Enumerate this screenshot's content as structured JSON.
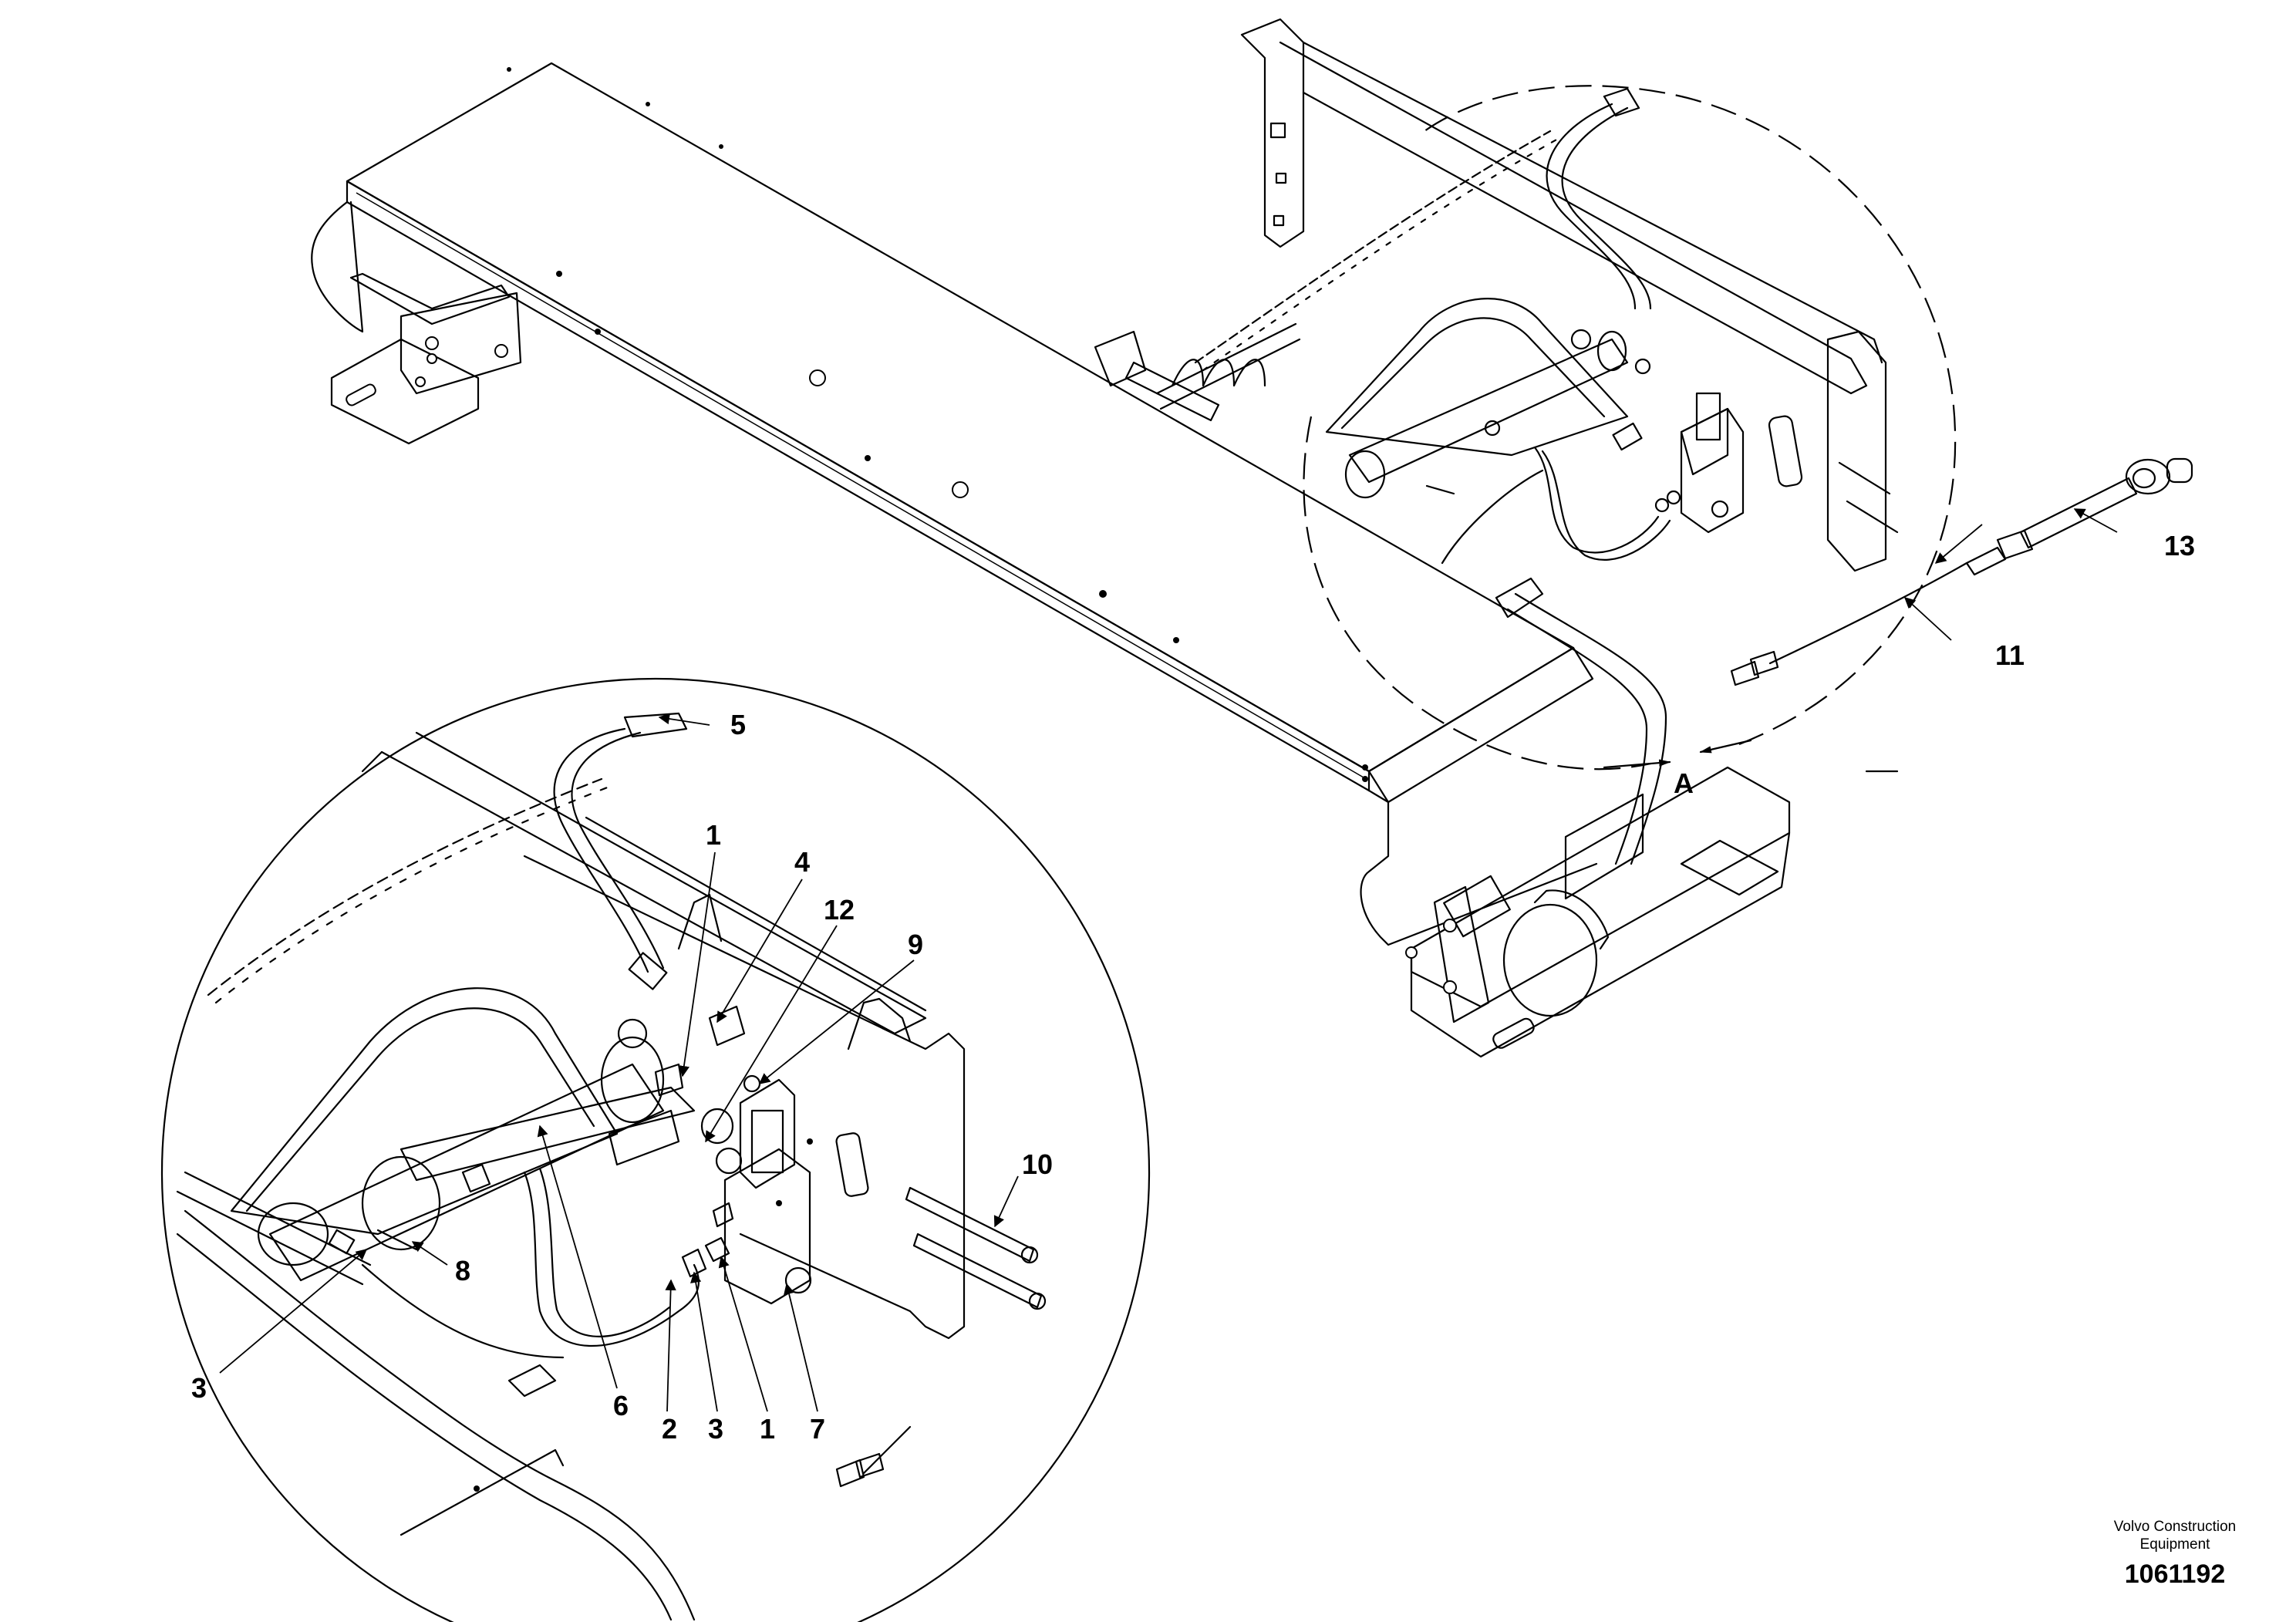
{
  "callouts": {
    "c1": "1",
    "c1b": "1",
    "c2": "2",
    "c3": "3",
    "c3b": "3",
    "c4": "4",
    "c5": "5",
    "c6": "6",
    "c7": "7",
    "c8": "8",
    "c9": "9",
    "c10": "10",
    "c11": "11",
    "c12": "12",
    "c13": "13"
  },
  "view_marker": "A",
  "title_block": {
    "brand_line1": "Volvo Construction",
    "brand_line2": "Equipment",
    "doc_number": "1061192"
  }
}
